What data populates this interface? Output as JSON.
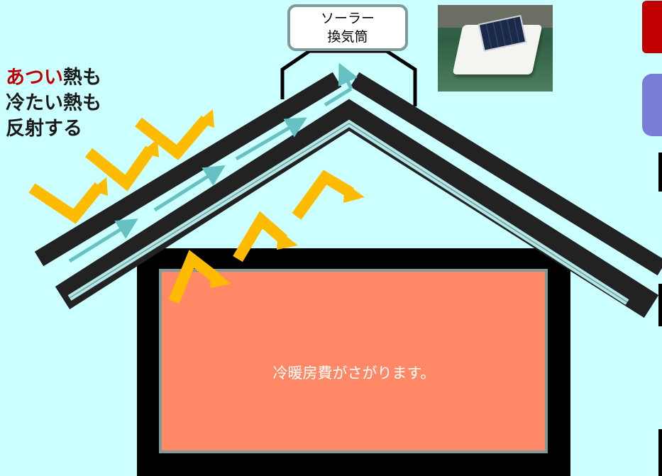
{
  "callout": {
    "line1": "ソーラー",
    "line2": "換気筒"
  },
  "headline": {
    "hot": "あつい",
    "line1_rest": "熱も",
    "line2": "冷たい熱も",
    "line3": "反射する"
  },
  "house": {
    "caption": "冷暖房費がさがります。"
  },
  "photo": {
    "subject": "solar-vent-photo"
  },
  "colors": {
    "background": "#ccffff",
    "roof": "#222222",
    "insulation": "#b2e8e8",
    "room": "#ff8866",
    "heat_arrow": "#ffbb00",
    "airflow_arrow": "#66c2c2",
    "accent_red": "#c00000",
    "accent_purple": "#7b7bd8"
  }
}
